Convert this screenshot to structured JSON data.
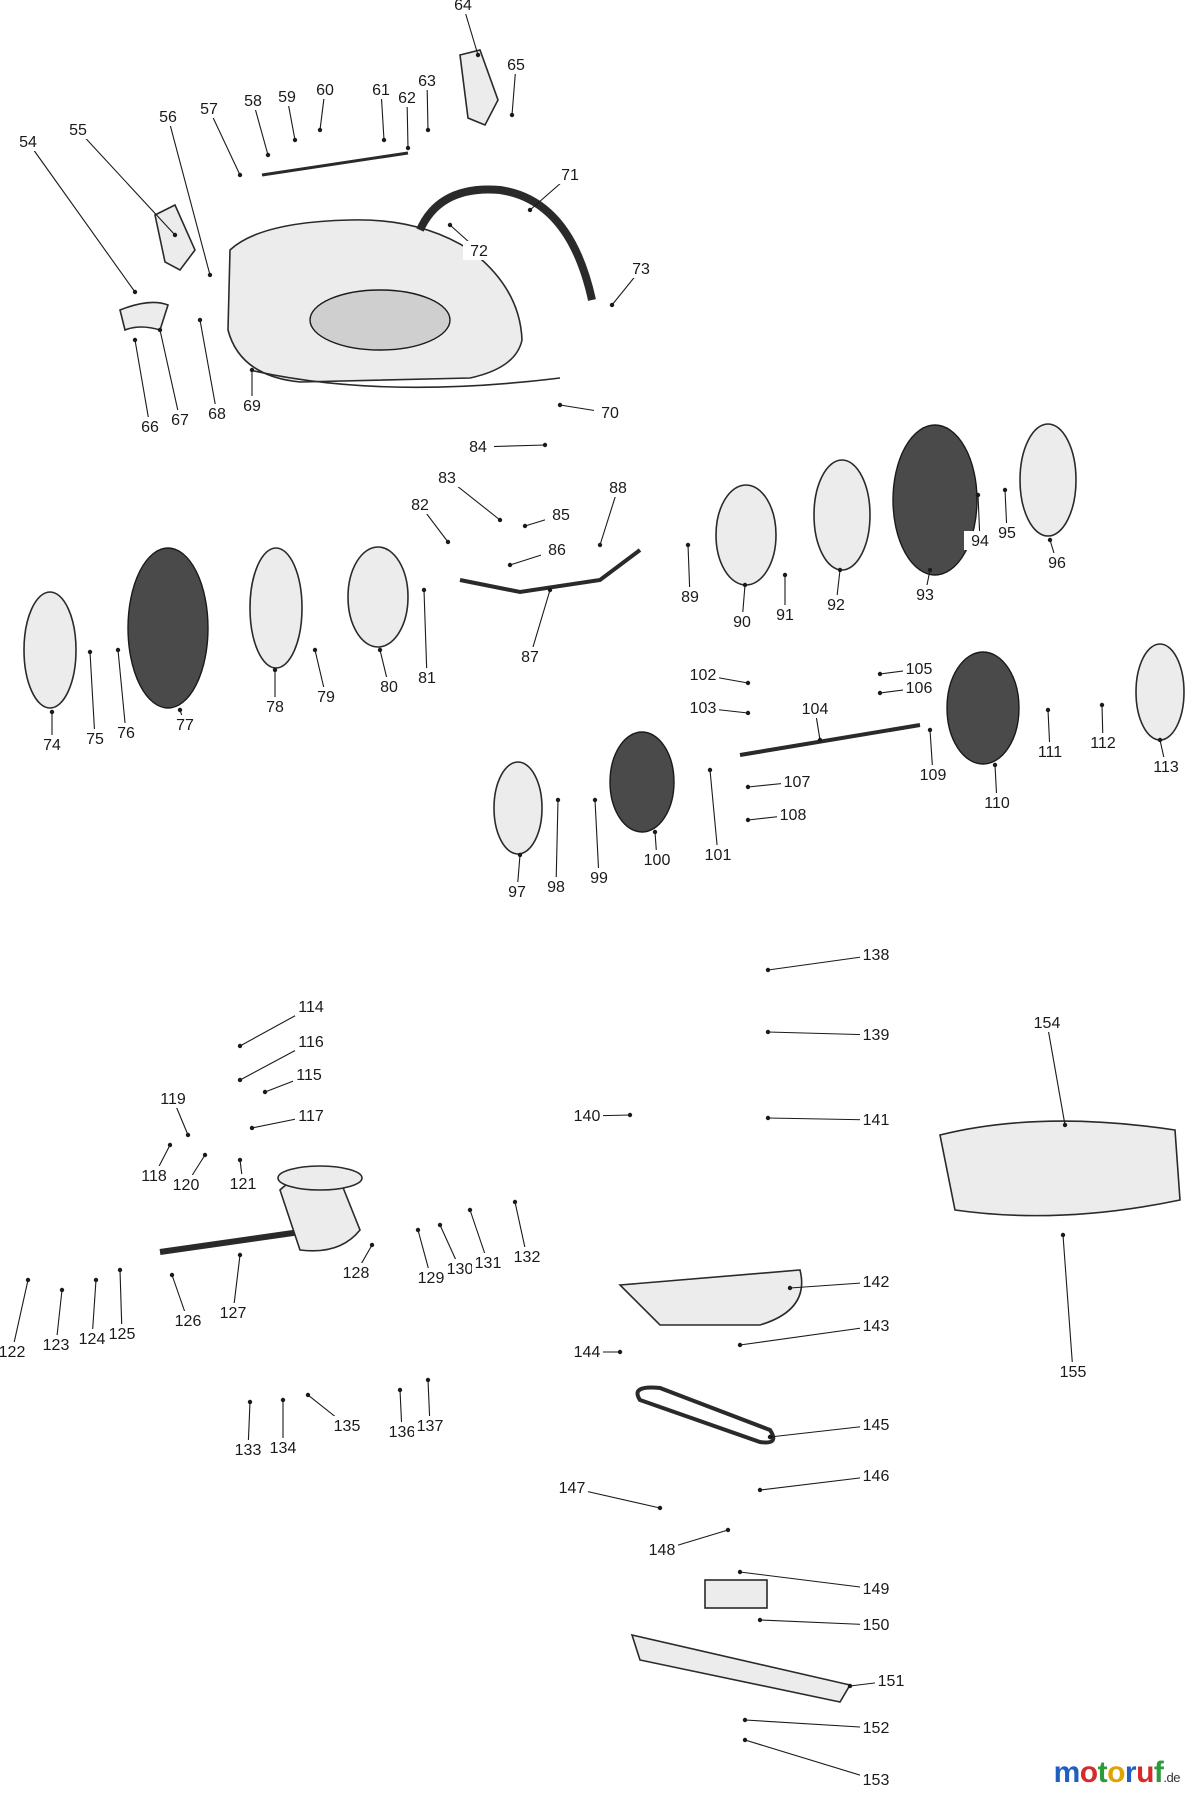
{
  "part_labels": [
    "54",
    "55",
    "56",
    "57",
    "58",
    "59",
    "60",
    "61",
    "62",
    "63",
    "64",
    "65",
    "66",
    "67",
    "68",
    "69",
    "70",
    "71",
    "72",
    "73",
    "74",
    "75",
    "76",
    "77",
    "78",
    "79",
    "80",
    "81",
    "82",
    "83",
    "84",
    "85",
    "86",
    "87",
    "88",
    "89",
    "90",
    "91",
    "92",
    "93",
    "94",
    "95",
    "96",
    "97",
    "98",
    "99",
    "100",
    "101",
    "102",
    "103",
    "104",
    "105",
    "106",
    "107",
    "108",
    "109",
    "110",
    "111",
    "112",
    "113",
    "114",
    "115",
    "116",
    "117",
    "118",
    "119",
    "120",
    "121",
    "122",
    "123",
    "124",
    "125",
    "126",
    "127",
    "128",
    "129",
    "130",
    "131",
    "132",
    "133",
    "134",
    "135",
    "136",
    "137",
    "138",
    "139",
    "140",
    "141",
    "142",
    "143",
    "144",
    "145",
    "146",
    "147",
    "148",
    "149",
    "150",
    "151",
    "152",
    "153",
    "154",
    "155"
  ],
  "watermark": {
    "letters": [
      "m",
      "o",
      "t",
      "o",
      "r",
      "u",
      "f"
    ],
    "colors": [
      "#1f5fbf",
      "#d62b2b",
      "#2c9b3a",
      "#e0a400",
      "#1f5fbf",
      "#d62b2b",
      "#2c9b3a"
    ],
    "suffix": ".de"
  }
}
